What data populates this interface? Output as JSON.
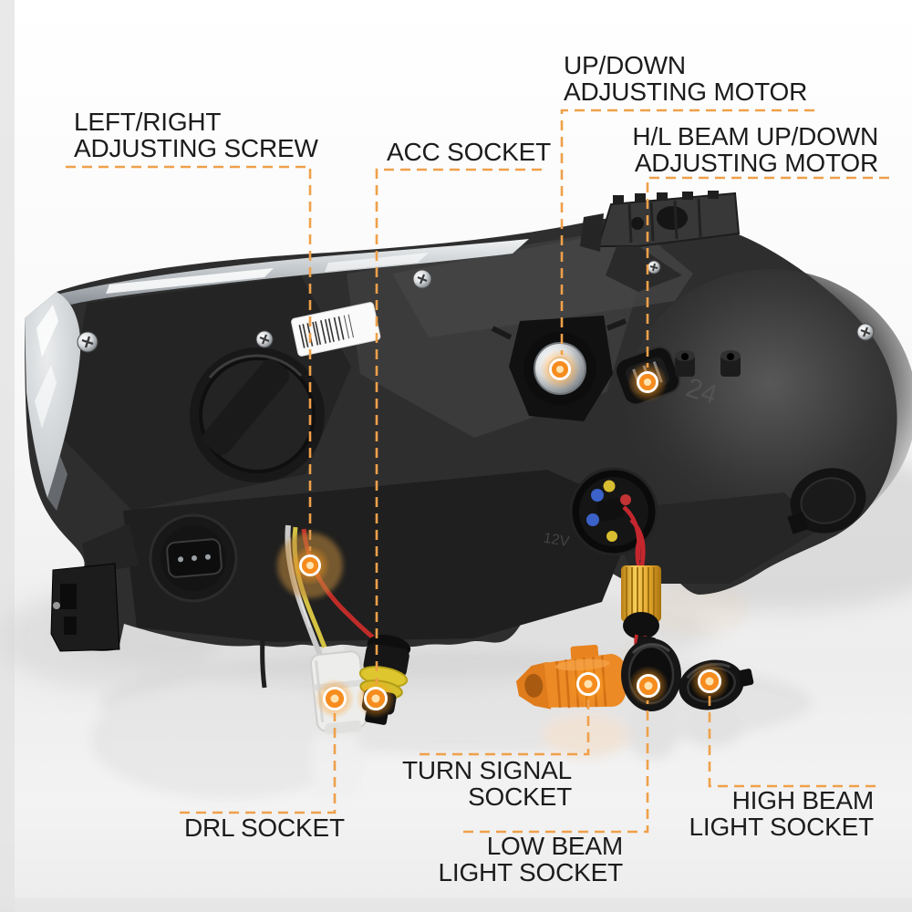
{
  "meta": {
    "description": "Rear view of a projector headlight assembly with callout labels"
  },
  "colors": {
    "leader_line": "#EFA04A",
    "highlight_dot": "#F78C1E",
    "highlight_glow": "#FF9B1E",
    "label_text": "#1C1C1C",
    "background": "#F4F4F4"
  },
  "callouts": [
    {
      "id": "left-right-adjusting-screw",
      "lines": [
        "LEFT/RIGHT",
        "ADJUSTING SCREW"
      ]
    },
    {
      "id": "acc-socket",
      "lines": [
        "ACC SOCKET"
      ]
    },
    {
      "id": "up-down-adjusting-motor",
      "lines": [
        "UP/DOWN",
        "ADJUSTING MOTOR"
      ]
    },
    {
      "id": "hl-beam-up-down-adjusting-motor",
      "lines": [
        "H/L BEAM UP/DOWN",
        "ADJUSTING MOTOR"
      ]
    },
    {
      "id": "turn-signal-socket",
      "lines": [
        "TURN SIGNAL",
        "SOCKET"
      ]
    },
    {
      "id": "drl-socket",
      "lines": [
        "DRL SOCKET"
      ]
    },
    {
      "id": "low-beam-light-socket",
      "lines": [
        "LOW BEAM",
        "LIGHT SOCKET"
      ]
    },
    {
      "id": "high-beam-light-socket",
      "lines": [
        "HIGH BEAM",
        "LIGHT SOCKET"
      ]
    }
  ],
  "product_markings": {
    "mold_number": "24",
    "voltage_mark": "12V"
  }
}
